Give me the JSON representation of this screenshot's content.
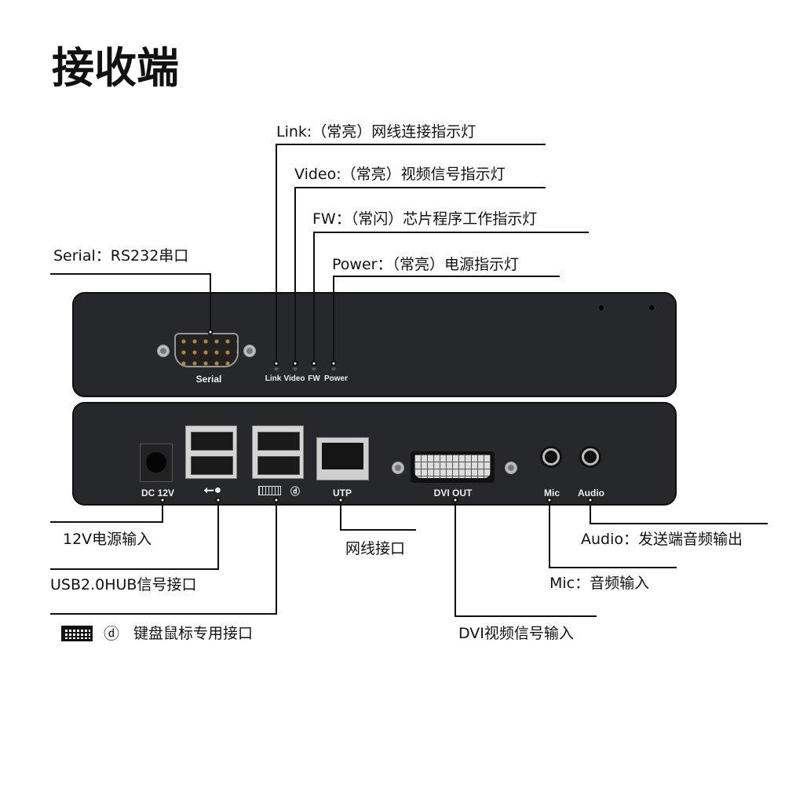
{
  "title": "接收端",
  "callouts": {
    "link": "Link:（常亮）网线连接指示灯",
    "video": "Video:（常亮）视频信号指示灯",
    "fw": "FW：（常闪）芯片程序工作指示灯",
    "power": "Power：（常亮）电源指示灯",
    "serial": "Serial：RS232串口",
    "dc": "12V电源输入",
    "usb": "USB2.0HUB信号接口",
    "kbm": "键盘鼠标专用接口",
    "utp": "网线接口",
    "dvi": "DVI视频信号输入",
    "mic": "Mic：音频输入",
    "audio": "Audio：发送端音频输出"
  },
  "front_panel": {
    "serial": "Serial",
    "leds": [
      "Link",
      "Video",
      "FW",
      "Power"
    ]
  },
  "back_panel": {
    "dc": "DC 12V",
    "utp": "UTP",
    "dvi": "DVI OUT",
    "mic": "Mic",
    "audio": "Audio"
  },
  "colors": {
    "panel": "#26282c",
    "line": "#111111"
  }
}
